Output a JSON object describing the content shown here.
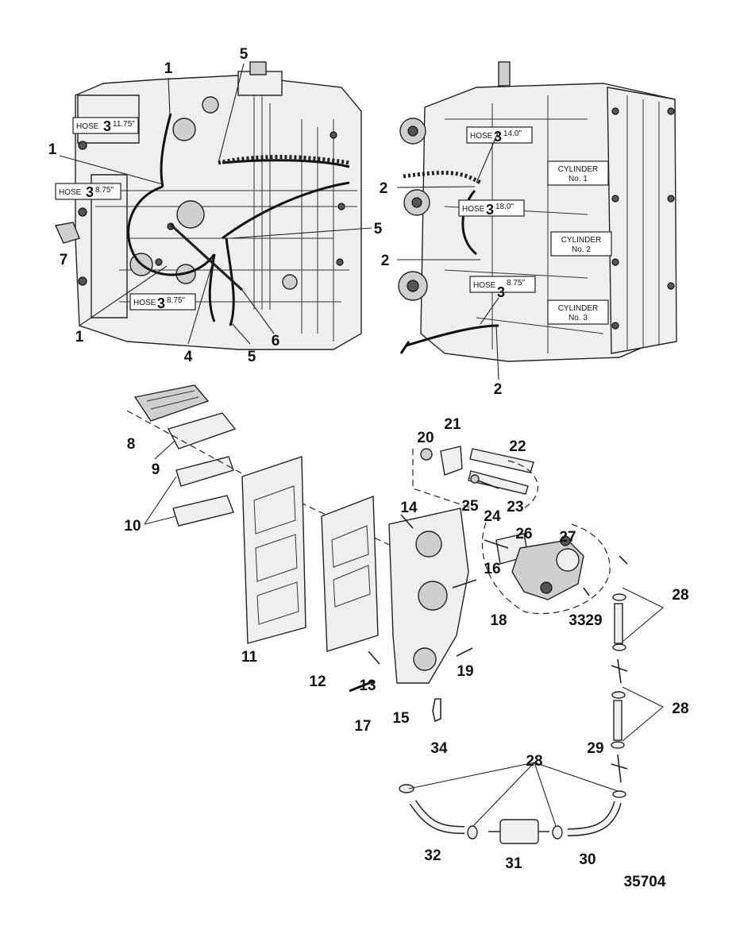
{
  "figure_number": "35704",
  "hose_labels": [
    {
      "id": "hose-a",
      "prefix": "HOSE",
      "num": "3",
      "length": "11.75\""
    },
    {
      "id": "hose-b",
      "prefix": "HOSE",
      "num": "3",
      "length": "8.75\""
    },
    {
      "id": "hose-c",
      "prefix": "HOSE",
      "num": "3",
      "length": "8.75\""
    },
    {
      "id": "hose-d",
      "prefix": "HOSE",
      "num": "3",
      "length": "14.0\""
    },
    {
      "id": "hose-e",
      "prefix": "HOSE",
      "num": "3",
      "length": "18.0\""
    },
    {
      "id": "hose-f",
      "prefix": "HOSE",
      "num": "3",
      "length": "8.75\""
    }
  ],
  "cylinder_labels": [
    {
      "line1": "CYLINDER",
      "line2": "No. 1"
    },
    {
      "line1": "CYLINDER",
      "line2": "No. 2"
    },
    {
      "line1": "CYLINDER",
      "line2": "No. 3"
    }
  ],
  "callouts": [
    "1",
    "5",
    "1",
    "7",
    "5",
    "1",
    "4",
    "5",
    "6",
    "2",
    "2",
    "2",
    "8",
    "9",
    "10",
    "11",
    "12",
    "13",
    "14",
    "15",
    "16",
    "17",
    "18",
    "19",
    "20",
    "21",
    "22",
    "23",
    "24",
    "25",
    "26",
    "27",
    "28",
    "29",
    "28",
    "29",
    "28",
    "30",
    "31",
    "32",
    "33",
    "34"
  ]
}
